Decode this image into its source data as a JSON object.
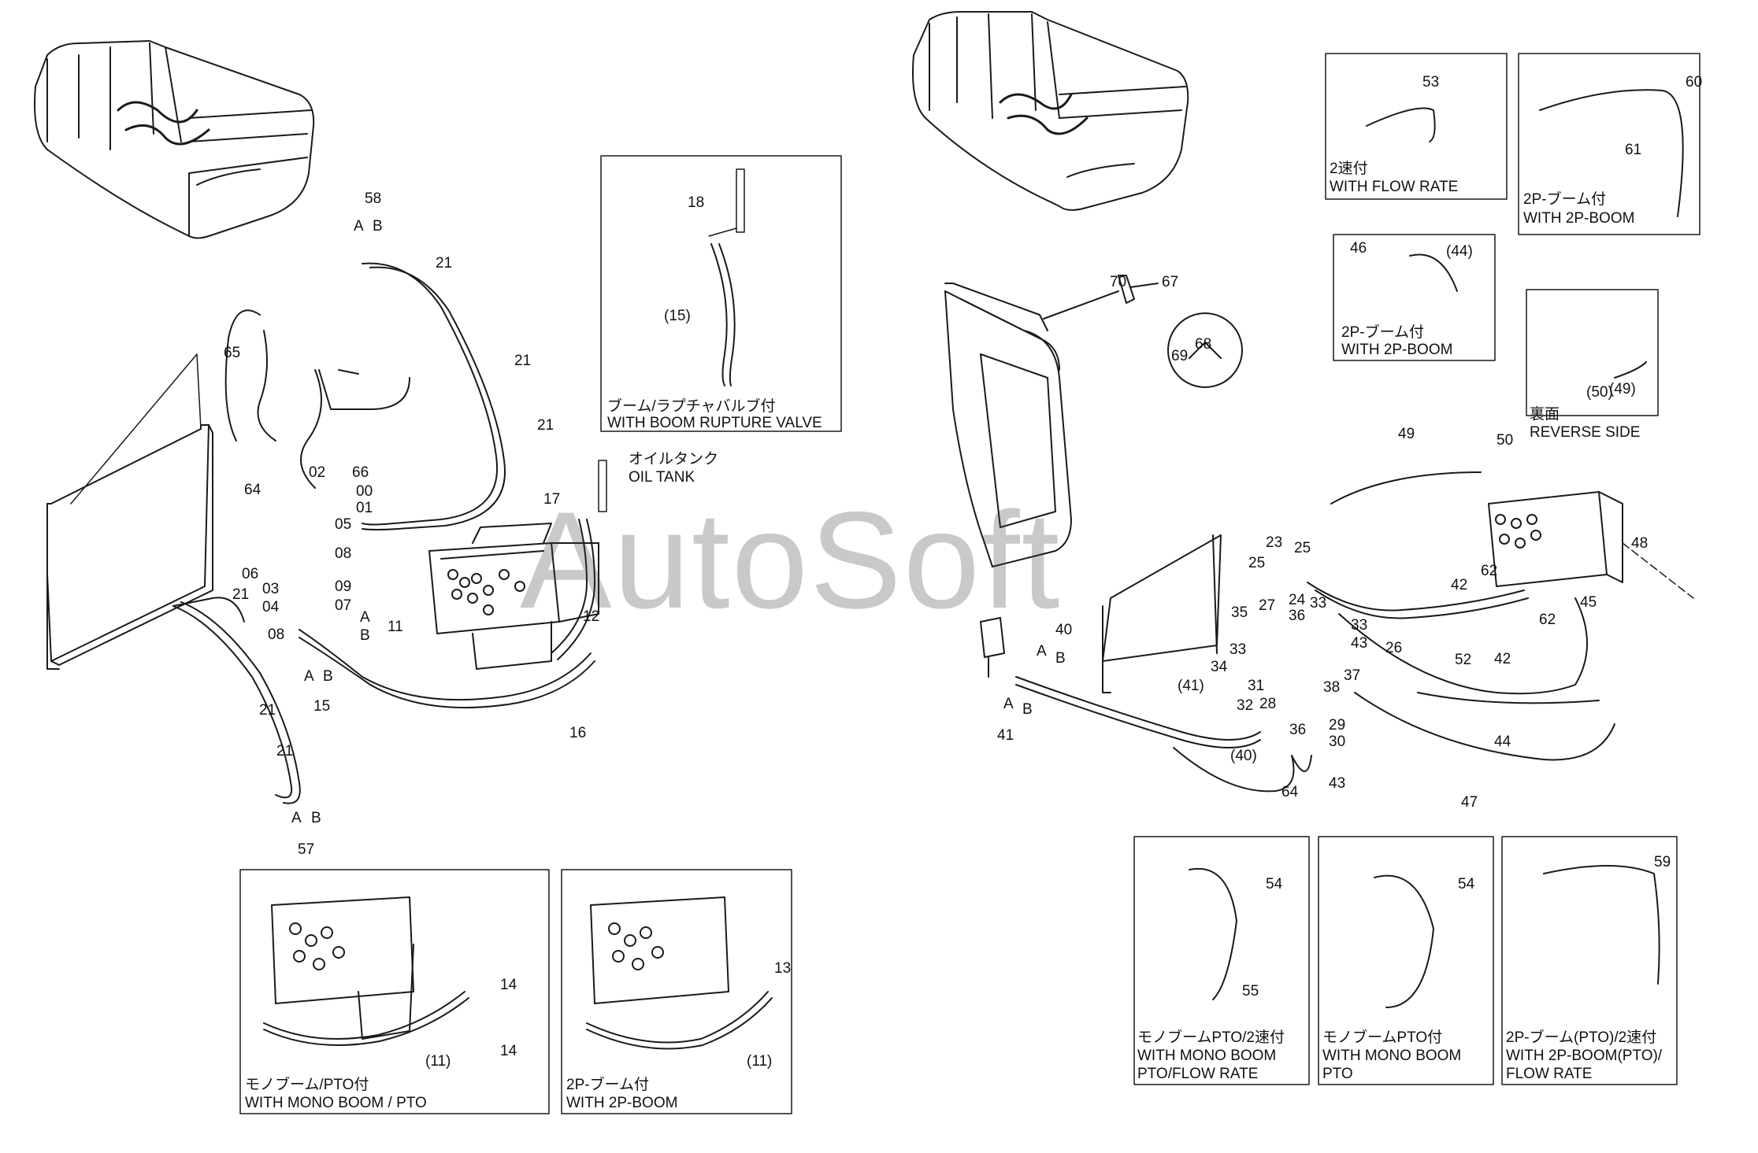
{
  "watermark": "AutoSoft",
  "captions": {
    "boom_rupture_jp": "ブーム/ラプチャバルブ付",
    "boom_rupture_en": "WITH BOOM RUPTURE VALVE",
    "oil_tank_jp": "オイルタンク",
    "oil_tank_en": "OIL TANK",
    "mono_pto_jp": "モノブーム/PTO付",
    "mono_pto_en": "WITH MONO BOOM / PTO",
    "boom2p_jp": "2P-ブーム付",
    "boom2p_en": "WITH 2P-BOOM",
    "flow_rate_jp": "2速付",
    "flow_rate_en": "WITH FLOW RATE",
    "boom2p_b_jp": "2P-ブーム付",
    "boom2p_b_en": "WITH 2P-BOOM",
    "boom2p_c_jp": "2P-ブーム付",
    "boom2p_c_en": "WITH 2P-BOOM",
    "reverse_jp": "裏面",
    "reverse_en": "REVERSE SIDE",
    "mono_pto_flow_jp": "モノブームPTO/2速付",
    "mono_pto_flow_en1": "WITH MONO BOOM",
    "mono_pto_flow_en2": "PTO/FLOW RATE",
    "mono_pto2_jp": "モノブームPTO付",
    "mono_pto2_en1": "WITH MONO BOOM",
    "mono_pto2_en2": "PTO",
    "boom2p_pto_flow_jp": "2P-ブーム(PTO)/2速付",
    "boom2p_pto_flow_en1": "WITH 2P-BOOM(PTO)/",
    "boom2p_pto_flow_en2": "FLOW RATE"
  },
  "left_labels": {
    "58": "58",
    "a1": "A",
    "b1": "B",
    "21a": "21",
    "21b": "21",
    "21c": "21",
    "65": "65",
    "02": "02",
    "66": "66",
    "64": "64",
    "00": "00",
    "01": "01",
    "05": "05",
    "08a": "08",
    "06": "06",
    "03": "03",
    "09": "09",
    "04": "04",
    "07": "07",
    "08b": "08",
    "21d": "21",
    "a2": "A",
    "b2": "B",
    "11": "11",
    "a3": "A",
    "b3": "B",
    "15": "15",
    "21e": "21",
    "21f": "21",
    "a4": "A",
    "b4": "B",
    "57": "57",
    "12": "12",
    "16": "16",
    "17": "17",
    "18": "18",
    "p15": "(15)",
    "14a": "14",
    "14b": "14",
    "p11a": "(11)",
    "13": "13",
    "p11b": "(11)"
  },
  "right_labels": {
    "53": "53",
    "60": "60",
    "61": "61",
    "46": "46",
    "p44": "(44)",
    "70": "70",
    "67": "67",
    "68": "68",
    "69": "69",
    "p50": "(50)",
    "p49": "(49)",
    "49": "49",
    "50": "50",
    "48": "48",
    "23": "23",
    "25a": "25",
    "25b": "25",
    "27": "27",
    "24": "24",
    "36a": "36",
    "33a": "33",
    "33b": "33",
    "35": "35",
    "33c": "33",
    "34": "34",
    "31": "31",
    "32": "32",
    "28": "28",
    "36b": "36",
    "29": "29",
    "30": "30",
    "38": "38",
    "37": "37",
    "43a": "43",
    "26": "26",
    "42a": "42",
    "42b": "42",
    "62a": "62",
    "62b": "62",
    "45": "45",
    "52": "52",
    "44": "44",
    "47": "47",
    "43b": "43",
    "64": "64",
    "40": "40",
    "a5": "A",
    "b5": "B",
    "p41": "(41)",
    "a6": "A",
    "b6": "B",
    "41": "41",
    "p40": "(40)",
    "54a": "54",
    "55": "55",
    "54b": "54",
    "59": "59"
  }
}
